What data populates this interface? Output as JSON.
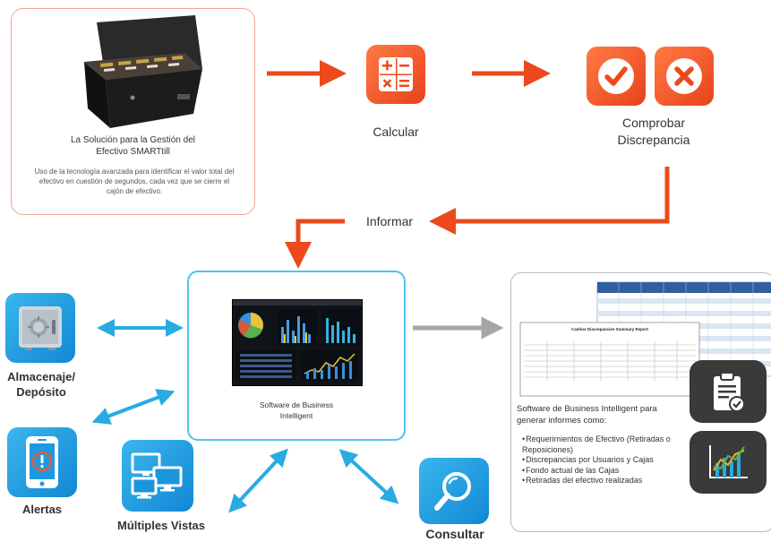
{
  "smarttill_card": {
    "title_line1": "La Solución para la Gestión del",
    "title_line2": "Efectivo SMARTtill",
    "description": "Uso de la tecnología avanzada para identificar el valor total del efectivo en cuestión de segundos, cada vez que se cierre el cajón de efectivo."
  },
  "steps": {
    "calcular": "Calcular",
    "comprobar_line1": "Comprobar",
    "comprobar_line2": "Discrepancia",
    "informar": "Informar"
  },
  "bi_software": {
    "caption_line1": "Software de Business",
    "caption_line2": "Intelligent"
  },
  "outputs": {
    "almacenaje_line1": "Almacenaje/",
    "almacenaje_line2": "Depósito",
    "alertas": "Alertas",
    "multiples_vistas": "Múltiples Vistas",
    "consultar": "Consultar"
  },
  "report": {
    "intro": "Software de Business Intelligent para generar informes como:",
    "items": [
      "Requerimientos de Efectivo (Retiradas o Reposiciones)",
      "Discrepancias por Usuarios y Cajas",
      "Fondo actual de las Cajas",
      "Retiradas del efectivo realizadas"
    ],
    "doc_title": "Cashier Discrepancies Summary Report"
  },
  "colors": {
    "orange_arrow": "#ec4a1c",
    "blue_arrow": "#29abe2",
    "gray_arrow": "#a6a6a6"
  }
}
